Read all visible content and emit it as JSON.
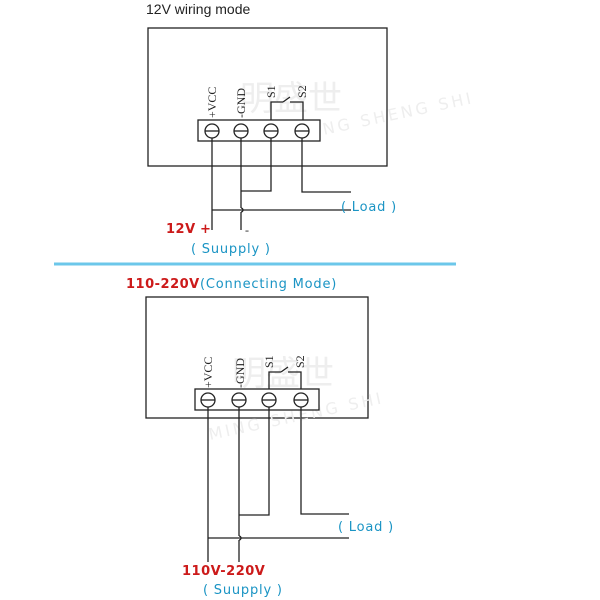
{
  "top_section": {
    "title": "12V wiring mode",
    "pins": [
      "+VCC",
      "-GND",
      "S1",
      "S2"
    ],
    "supply_voltage": "12V",
    "supply_plus": "+",
    "supply_minus": "-",
    "supply_label": "( Suupply )",
    "load_label": "( Load )"
  },
  "bottom_section": {
    "title_voltage": "110-220V",
    "title_mode": "(Connecting  Mode)",
    "pins": [
      "+VCC",
      "-GND",
      "S1",
      "S2"
    ],
    "supply_voltage": "110V-220V",
    "supply_label": "( Suupply )",
    "load_label": "( Load )"
  },
  "watermark": {
    "cjk": "明盛世",
    "latin": "MING SHENG SHI"
  },
  "colors": {
    "red": "#cc1a1a",
    "blue": "#1a94c4",
    "divider": "#6cc7ea"
  }
}
